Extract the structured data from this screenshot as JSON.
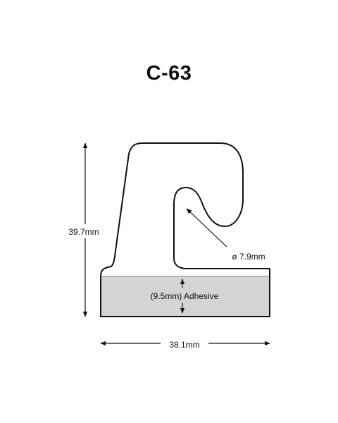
{
  "title": "C-63",
  "dimensions": {
    "height": "39.7mm",
    "width": "38.1mm",
    "hole": "ø 7.9mm",
    "adhesive": "(9.5mm) Adhesive"
  },
  "colors": {
    "outline": "#111111",
    "adhesive_fill": "#d4d4d4",
    "background": "#ffffff"
  }
}
